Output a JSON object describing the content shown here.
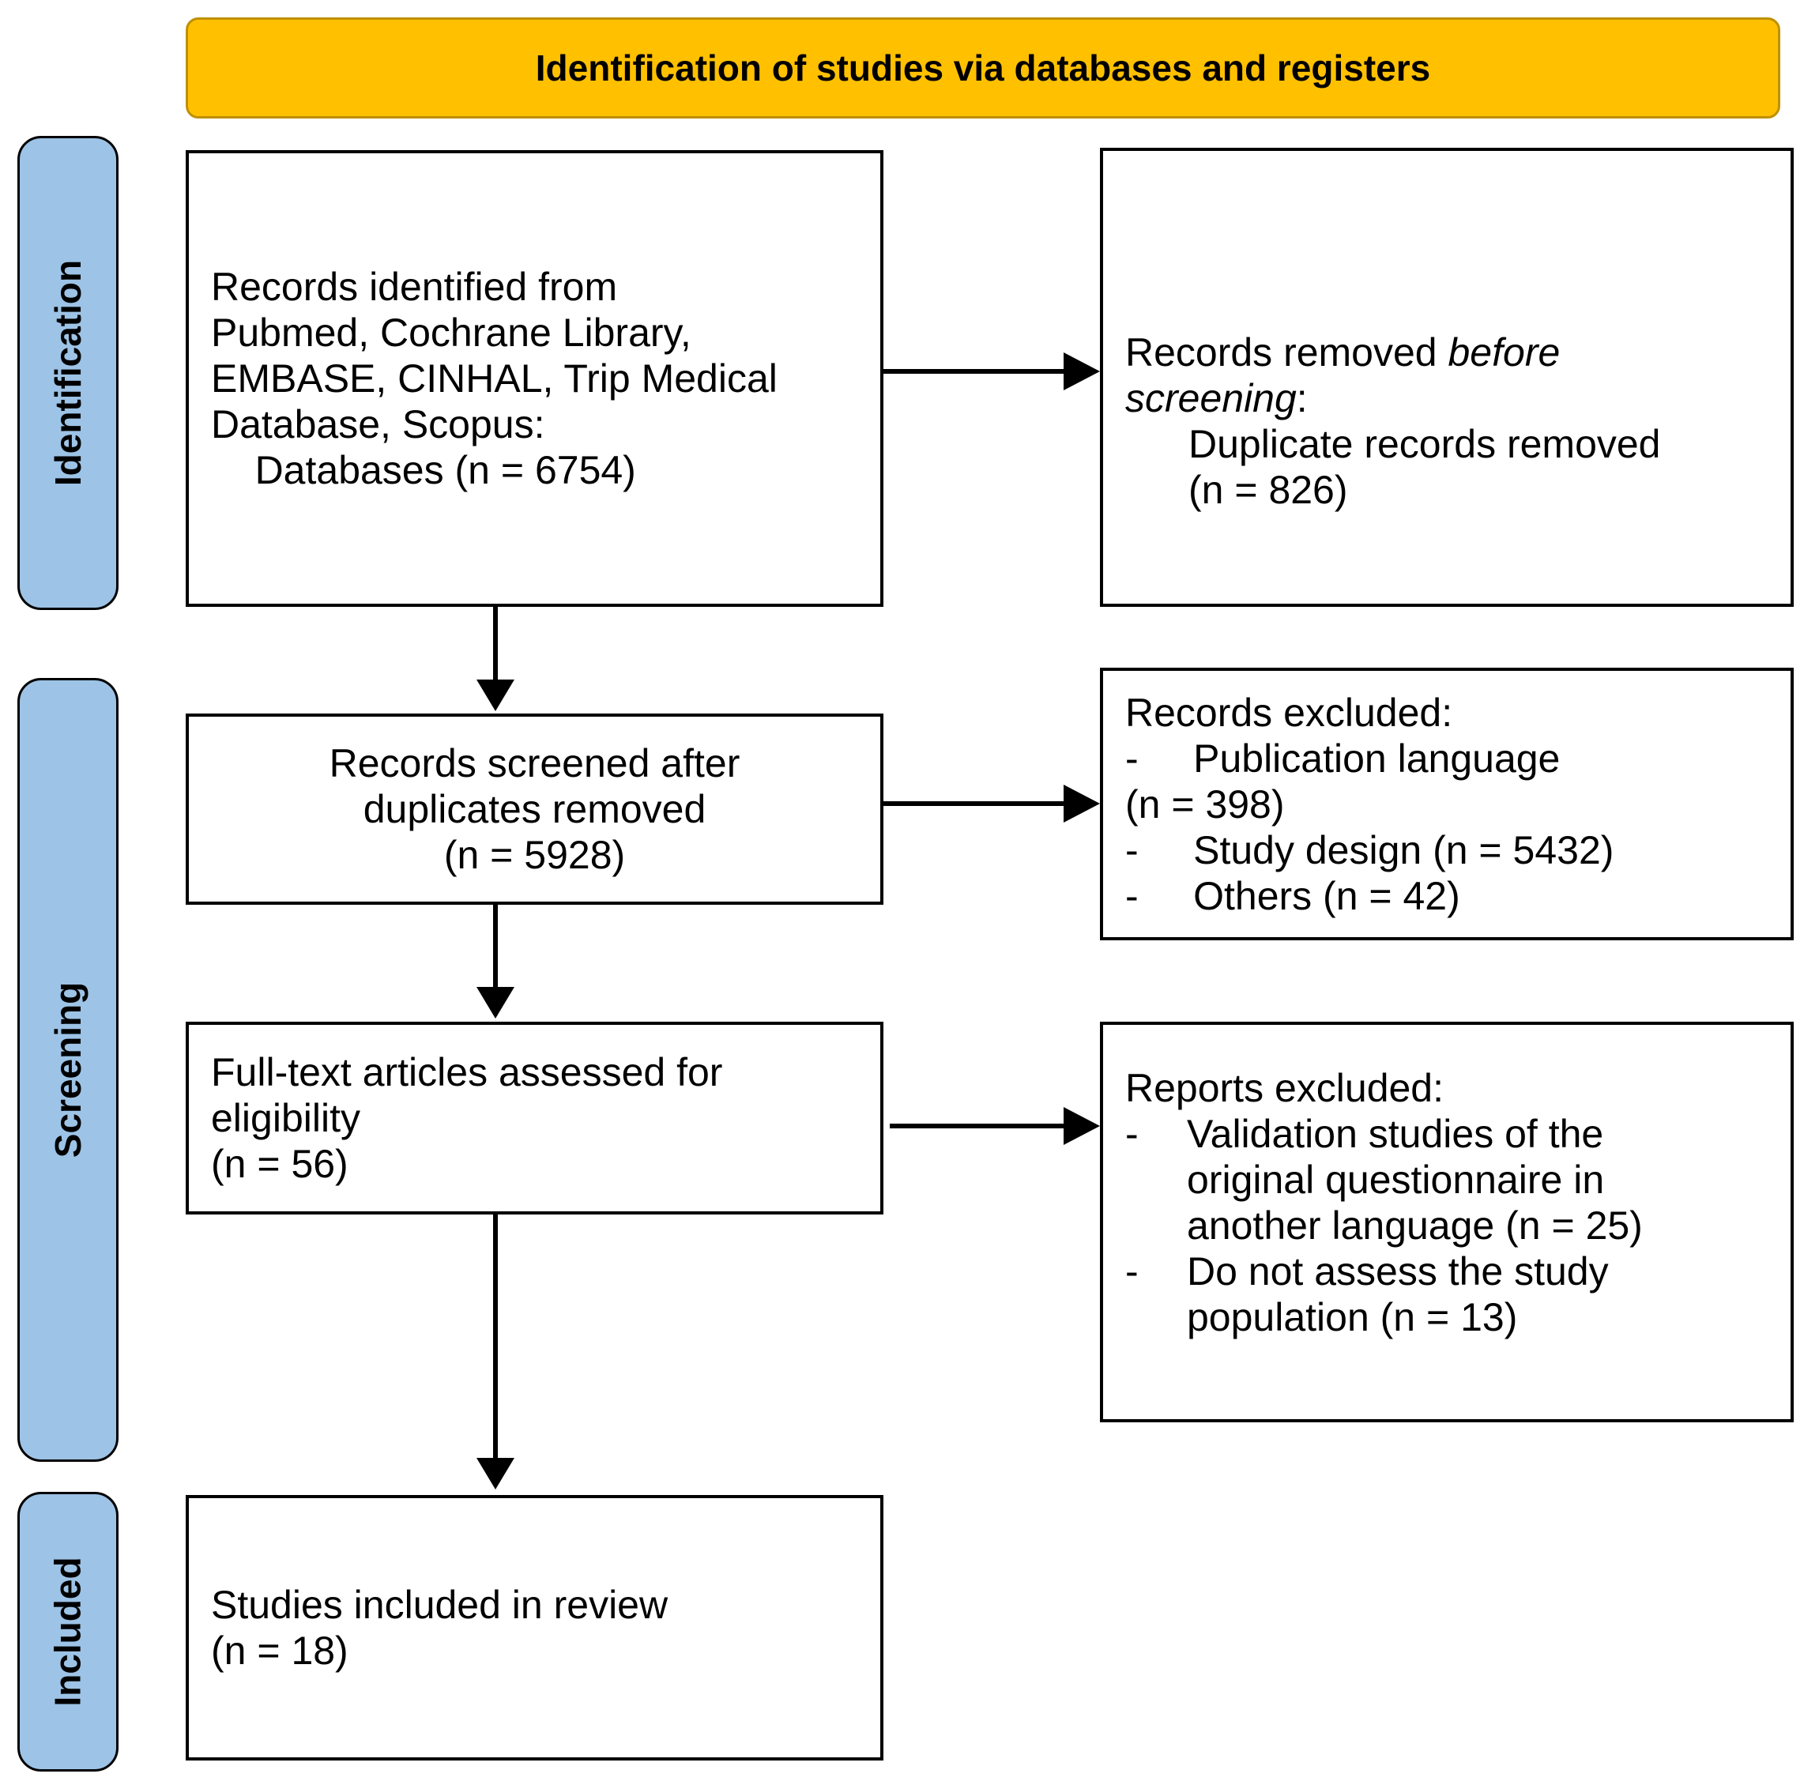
{
  "title": "Identification of studies via databases and registers",
  "stages": {
    "identification": "Identification",
    "screening": "Screening",
    "included": "Included"
  },
  "bullet_char": "-",
  "boxes": {
    "records_identified": {
      "text": "Records identified from\nPubmed, Cochrane Library,\nEMBASE, CINHAL, Trip Medical\nDatabase, Scopus:\n    Databases (n = 6754)"
    },
    "records_removed": {
      "lead": "Records removed ",
      "italic": "before\nscreening",
      "colon": ":",
      "detail": "Duplicate records removed\n(n = 826)"
    },
    "records_screened": {
      "text": "Records screened after\nduplicates removed\n(n = 5928)"
    },
    "records_excluded": {
      "heading": "Records excluded:",
      "body": "-     Publication language\n(n = 398)\n-     Study design (n = 5432)\n-     Others (n = 42)"
    },
    "fulltext_assessed": {
      "text": "Full-text articles assessed for\neligibility\n(n = 56)"
    },
    "reports_excluded": {
      "heading": "Reports excluded:",
      "items": [
        "Validation studies of the\noriginal questionnaire in\nanother language (n = 25)",
        "Do not assess the study\npopulation (n = 13)"
      ]
    },
    "studies_included": {
      "text": "Studies included in review\n(n = 18)"
    }
  },
  "colors": {
    "banner_fill": "#FFC000",
    "banner_border": "#BF9000",
    "stage_fill": "#9DC3E6",
    "box_border": "#000000",
    "arrow": "#000000"
  }
}
